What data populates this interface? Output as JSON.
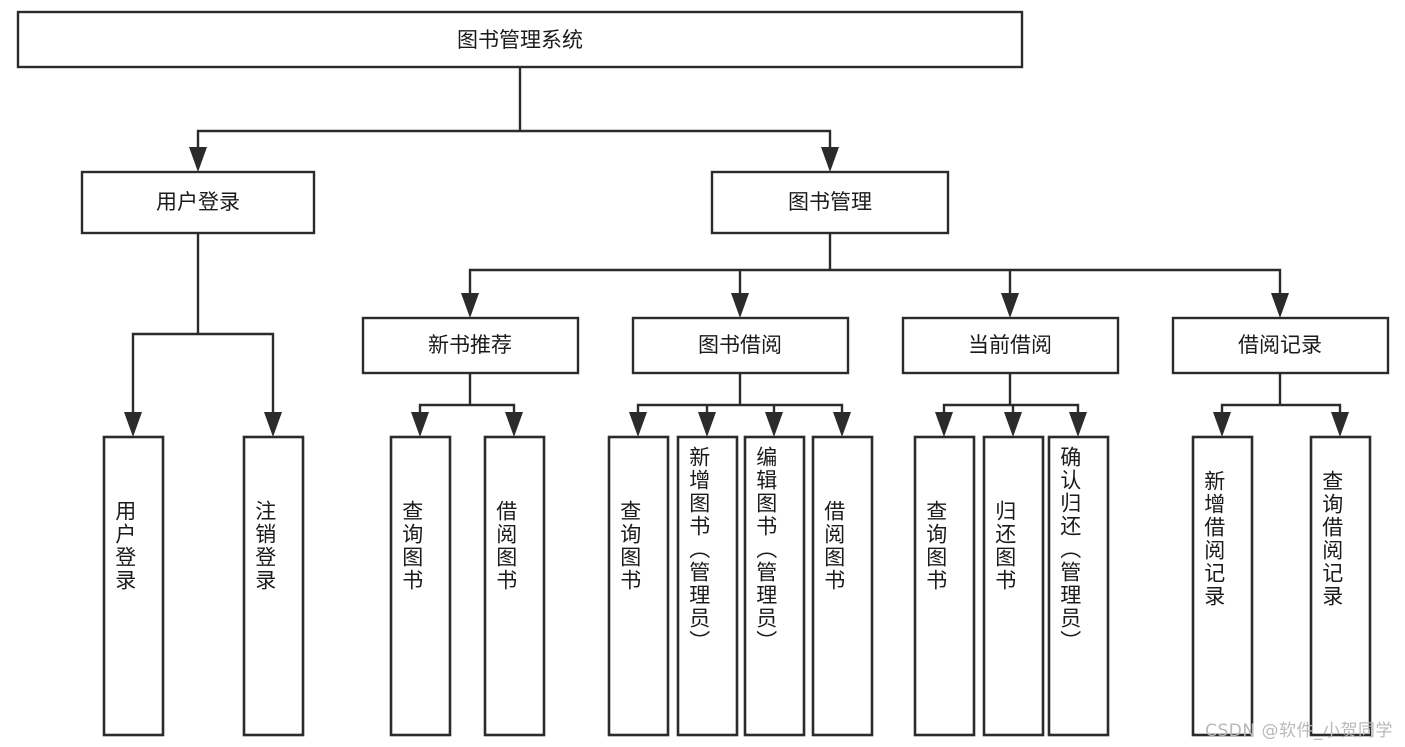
{
  "diagram": {
    "type": "hierarchy-tree",
    "title": "图书管理系统",
    "root": {
      "id": "root",
      "label": "图书管理系统",
      "orientation": "horizontal"
    },
    "level1": [
      {
        "id": "user-login",
        "label": "用户登录",
        "orientation": "horizontal"
      },
      {
        "id": "book-management",
        "label": "图书管理",
        "orientation": "horizontal"
      }
    ],
    "level2": [
      {
        "id": "new-book-recommend",
        "label": "新书推荐",
        "orientation": "horizontal",
        "parent": "book-management"
      },
      {
        "id": "book-borrow",
        "label": "图书借阅",
        "orientation": "horizontal",
        "parent": "book-management"
      },
      {
        "id": "current-borrow",
        "label": "当前借阅",
        "orientation": "horizontal",
        "parent": "book-management"
      },
      {
        "id": "borrow-record",
        "label": "借阅记录",
        "orientation": "horizontal",
        "parent": "book-management"
      }
    ],
    "leaves": [
      {
        "id": "leaf-user-login",
        "label": "用户登录",
        "orientation": "vertical",
        "parent": "user-login"
      },
      {
        "id": "leaf-logout-login",
        "label": "注销登录",
        "orientation": "vertical",
        "parent": "user-login"
      },
      {
        "id": "leaf-query-book-1",
        "label": "查询图书",
        "orientation": "vertical",
        "parent": "new-book-recommend"
      },
      {
        "id": "leaf-borrow-book-1",
        "label": "借阅图书",
        "orientation": "vertical",
        "parent": "new-book-recommend"
      },
      {
        "id": "leaf-query-book-2",
        "label": "查询图书",
        "orientation": "vertical",
        "parent": "book-borrow"
      },
      {
        "id": "leaf-add-book",
        "label": "新增图书（管理员）",
        "orientation": "vertical",
        "parent": "book-borrow"
      },
      {
        "id": "leaf-edit-book",
        "label": "编辑图书（管理员）",
        "orientation": "vertical",
        "parent": "book-borrow"
      },
      {
        "id": "leaf-borrow-book-2",
        "label": "借阅图书",
        "orientation": "vertical",
        "parent": "book-borrow"
      },
      {
        "id": "leaf-query-book-3",
        "label": "查询图书",
        "orientation": "vertical",
        "parent": "current-borrow"
      },
      {
        "id": "leaf-return-book",
        "label": "归还图书",
        "orientation": "vertical",
        "parent": "current-borrow"
      },
      {
        "id": "leaf-confirm-return",
        "label": "确认归还（管理员）",
        "orientation": "vertical",
        "parent": "current-borrow"
      },
      {
        "id": "leaf-add-record",
        "label": "新增借阅记录",
        "orientation": "vertical",
        "parent": "borrow-record"
      },
      {
        "id": "leaf-query-record",
        "label": "查询借阅记录",
        "orientation": "vertical",
        "parent": "borrow-record"
      }
    ],
    "colors": {
      "box_stroke": "#2b2b2b",
      "box_fill": "#ffffff",
      "text": "#1b1b1b",
      "connector": "#2b2b2b",
      "watermark": "#b9b9b9",
      "background": "#ffffff"
    }
  },
  "watermark": {
    "text": "CSDN @软件_小贺同学"
  }
}
